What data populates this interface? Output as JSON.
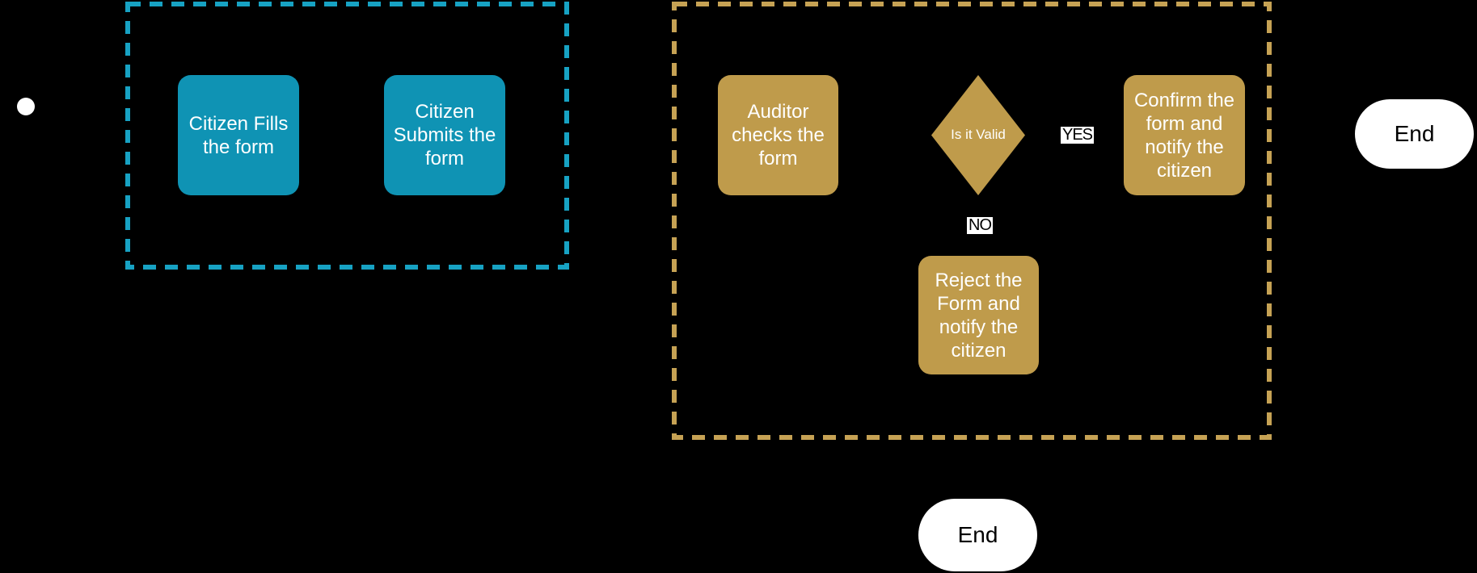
{
  "diagram": {
    "type": "flowchart-swimlane",
    "background_color": "#000000",
    "colors": {
      "citizen_lane_teal": "#0f93b4",
      "citizen_lane_border": "#17a2c3",
      "auditor_lane_gold": "#bf9b4b",
      "auditor_lane_border": "#c6a254",
      "end_node_fill": "#ffffff",
      "node_text": "#ffffff",
      "label_text": "#000000"
    },
    "nodes": {
      "start": {
        "type": "start-circle"
      },
      "fill_form": {
        "type": "process",
        "label": "Citizen Fills the form"
      },
      "submit_form": {
        "type": "process",
        "label": "Citizen Submits the form"
      },
      "auditor_checks": {
        "type": "process",
        "label": "Auditor checks the form"
      },
      "decision": {
        "type": "decision-diamond",
        "label": "Is it Valid"
      },
      "confirm": {
        "type": "process",
        "label": "Confirm the form and notify the citizen"
      },
      "reject": {
        "type": "process",
        "label": "Reject the Form and notify the citizen"
      },
      "end_right": {
        "type": "terminator",
        "label": "End"
      },
      "end_bottom": {
        "type": "terminator",
        "label": "End"
      }
    },
    "edge_labels": {
      "yes": "YES",
      "no": "NO"
    }
  }
}
